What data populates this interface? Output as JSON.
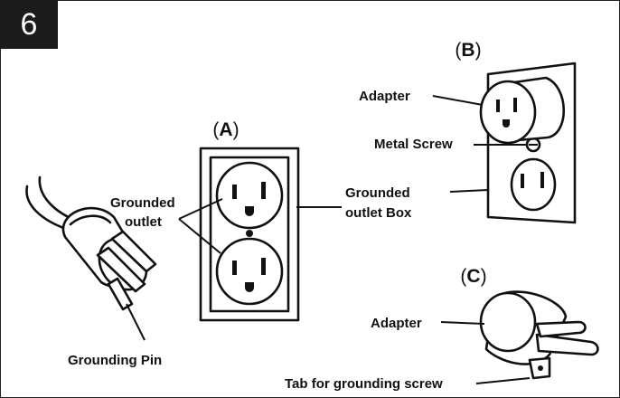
{
  "step_number": "6",
  "sections": {
    "a": {
      "open": "(",
      "letter": "A",
      "close": ")"
    },
    "b": {
      "open": "(",
      "letter": "B",
      "close": ")"
    },
    "c": {
      "open": "(",
      "letter": "C",
      "close": ")"
    }
  },
  "labels": {
    "grounded_outlet_line1": "Grounded",
    "grounded_outlet_line2": "outlet",
    "grounding_pin": "Grounding Pin",
    "grounded_outlet_box_line1": "Grounded",
    "grounded_outlet_box_line2": "outlet Box",
    "adapter_b": "Adapter",
    "metal_screw": "Metal Screw",
    "adapter_c": "Adapter",
    "tab_for_grounding_screw": "Tab for grounding screw"
  }
}
